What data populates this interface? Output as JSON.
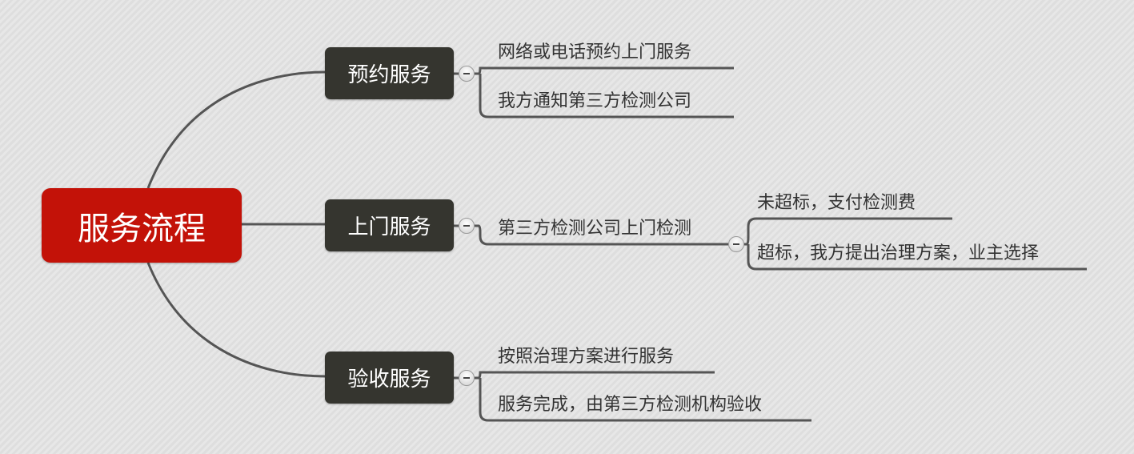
{
  "root": {
    "label": "服务流程",
    "color": "#c31208"
  },
  "branches": [
    {
      "label": "预约服务",
      "children": [
        "网络或电话预约上门服务",
        "我方通知第三方检测公司"
      ]
    },
    {
      "label": "上门服务",
      "children": [
        "第三方检测公司上门检测"
      ],
      "grandchildren": [
        "未超标，支付检测费",
        "超标，我方提出治理方案，业主选择"
      ]
    },
    {
      "label": "验收服务",
      "children": [
        "按照治理方案进行服务",
        "服务完成，由第三方检测机构验收"
      ]
    }
  ],
  "icons": {
    "toggle": "collapse-minus-icon"
  }
}
